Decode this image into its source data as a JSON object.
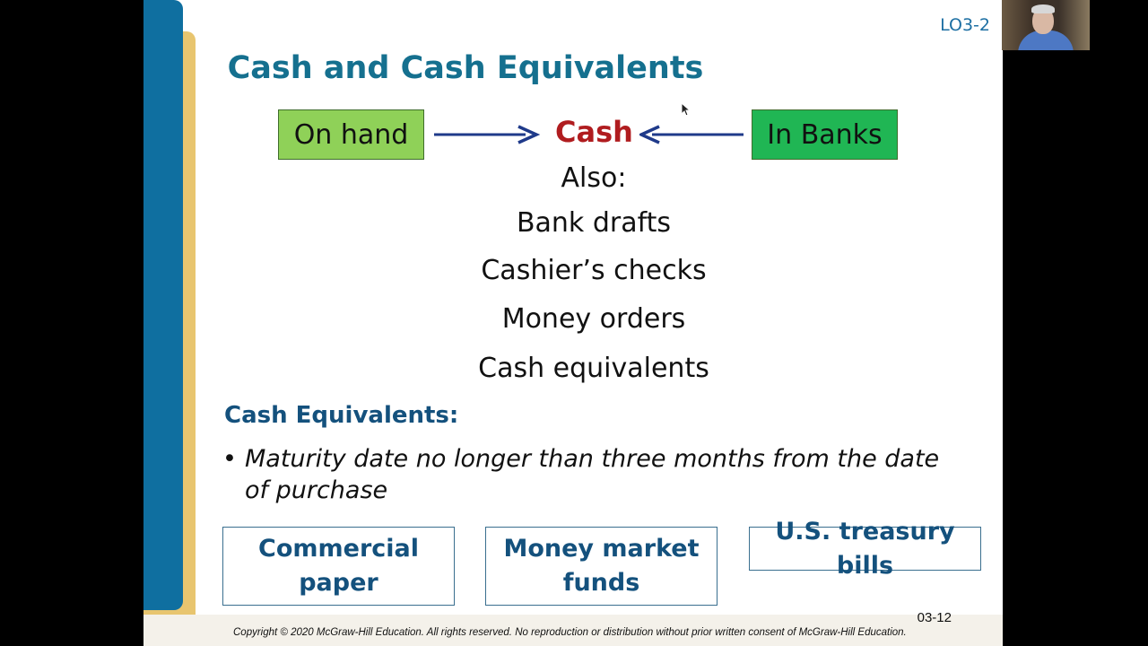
{
  "slide": {
    "lo_tag": "LO3-2",
    "title": "Cash and Cash Equivalents",
    "on_hand": "On hand",
    "cash": "Cash",
    "in_banks": "In Banks",
    "also_items": [
      "Also:",
      "Bank drafts",
      "Cashier’s checks",
      "Money orders",
      "Cash equivalents"
    ],
    "ce_heading": "Cash Equivalents:",
    "bullet_symbol": "•",
    "bullet_text": "Maturity date no longer than three months from the date of purchase",
    "boxes": [
      "Commercial paper",
      "Money market funds",
      "U.S. treasury bills"
    ],
    "slide_number": "03-12",
    "copyright": "Copyright © 2020 McGraw-Hill Education. All rights reserved. No reproduction or distribution without prior written consent of McGraw-Hill Education."
  },
  "colors": {
    "title": "#15708f",
    "cash": "#b01c1f",
    "on_hand_box": "#8fd158",
    "in_banks_box": "#20b654",
    "arrow": "#1f3a8a",
    "heading": "#14517d"
  },
  "icons": {
    "arrow_left_to_right": "arrow-right-icon",
    "arrow_right_to_left": "arrow-left-icon",
    "cursor": "mouse-cursor-icon"
  }
}
